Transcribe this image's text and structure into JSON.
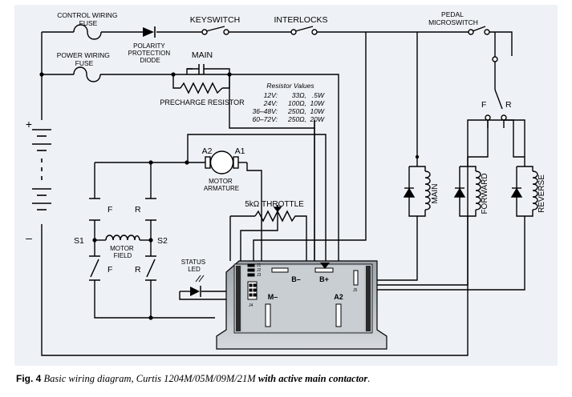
{
  "labels": {
    "control_fuse": [
      "CONTROL WIRING",
      "FUSE"
    ],
    "power_fuse": [
      "POWER WIRING",
      "FUSE"
    ],
    "diode": [
      "POLARITY",
      "PROTECTION",
      "DIODE"
    ],
    "keyswitch": "KEYSWITCH",
    "interlocks": "INTERLOCKS",
    "pedal": [
      "PEDAL",
      "MICROSWITCH"
    ],
    "main": "MAIN",
    "precharge": "PRECHARGE RESISTOR",
    "battery_plus": "+",
    "battery_minus": "–",
    "a2": "A2",
    "a1": "A1",
    "motor_armature": [
      "MOTOR",
      "ARMATURE"
    ],
    "f_left": "F",
    "r_left": "R",
    "s1": "S1",
    "s2": "S2",
    "motor_field": [
      "MOTOR",
      "FIELD"
    ],
    "throttle": "5kΩ THROTTLE",
    "status_led": [
      "STATUS",
      "LED"
    ],
    "fr_f": "F",
    "fr_r": "R",
    "coil_main": "MAIN",
    "coil_forward": "FORWARD",
    "coil_reverse": "REVERSE",
    "b_minus": "B–",
    "b_plus": "B+",
    "m_minus": "M–",
    "a2_terminal": "A2",
    "j1": "J1",
    "j2": "J2",
    "j3": "J3",
    "j4": "J4",
    "j5": "J5"
  },
  "resistor_table": {
    "title": "Resistor Values",
    "rows": [
      {
        "voltage": "12V:",
        "ohms": "33Ω,",
        "watts": ".5W"
      },
      {
        "voltage": "24V:",
        "ohms": "100Ω,",
        "watts": "10W"
      },
      {
        "voltage": "36–48V:",
        "ohms": "250Ω,",
        "watts": "10W"
      },
      {
        "voltage": "60–72V:",
        "ohms": "250Ω,",
        "watts": "20W"
      }
    ]
  },
  "caption": {
    "fig": "Fig. 4",
    "desc": "Basic wiring diagram, Curtis 1204M/05M/09M/21M",
    "emph": "with active main contactor",
    "end": "."
  }
}
